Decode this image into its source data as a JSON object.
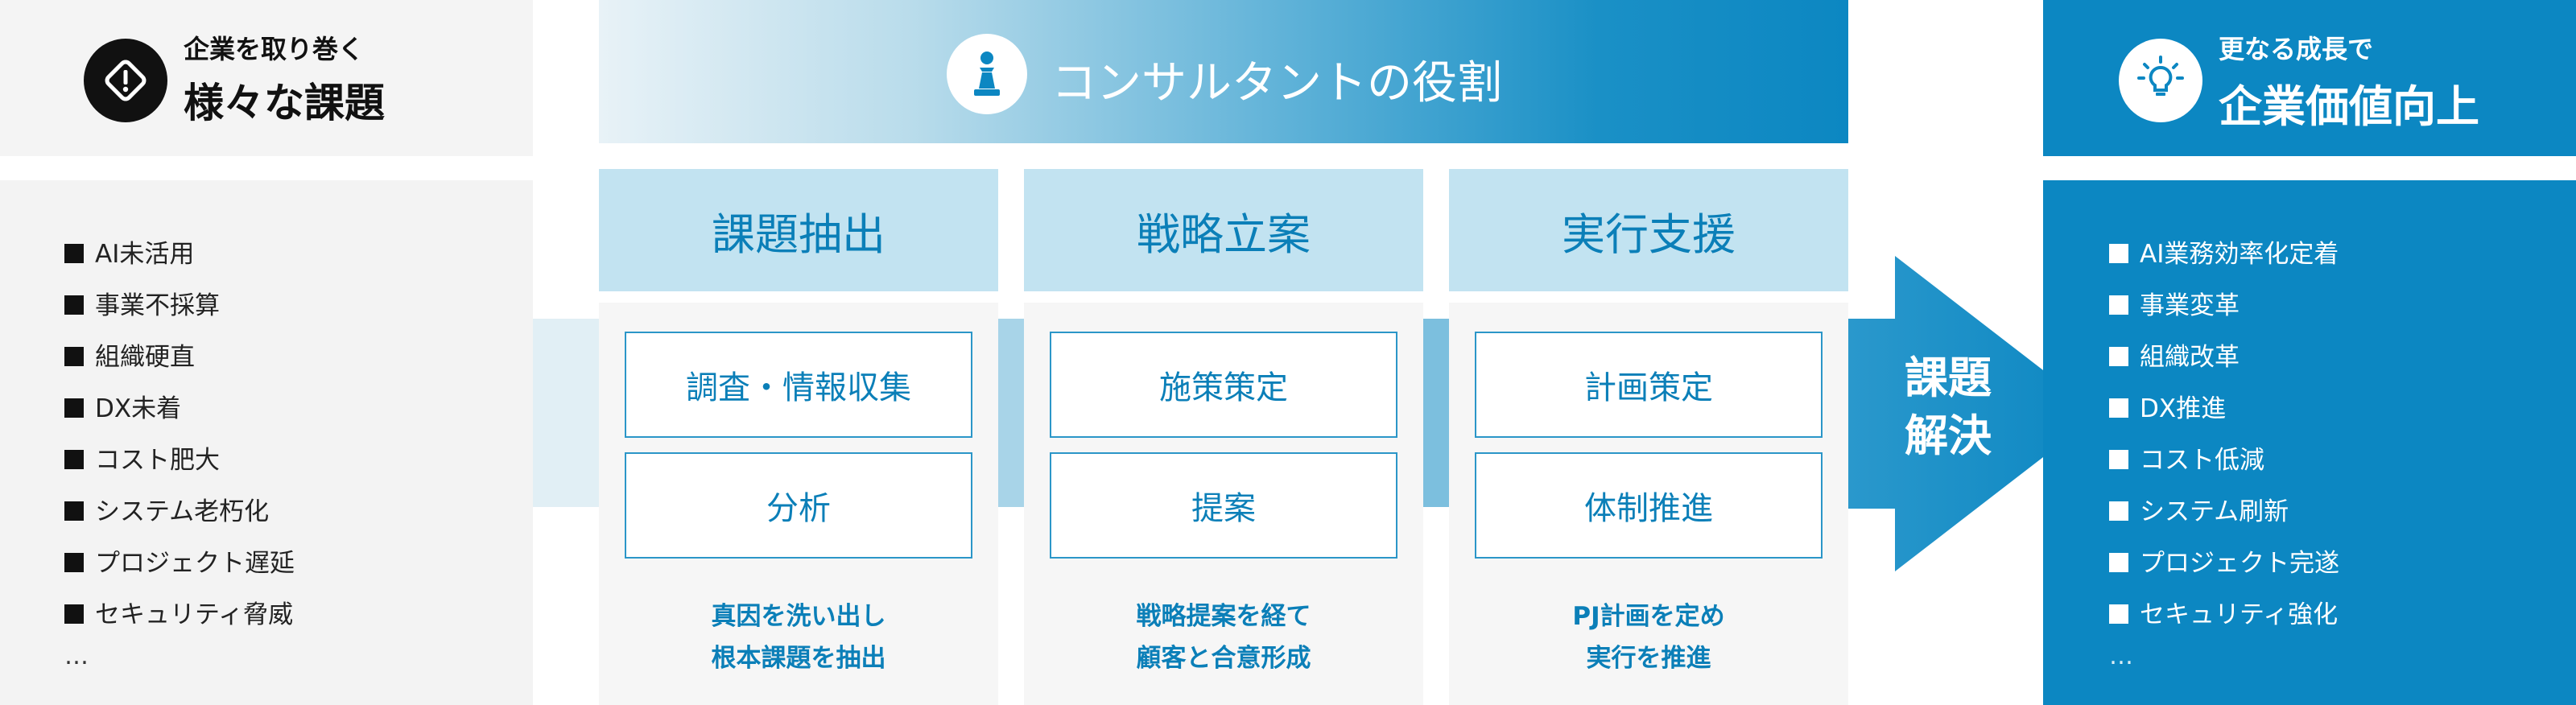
{
  "left": {
    "subtitle": "企業を取り巻く",
    "title": "様々な課題",
    "icon": "warning-diamond-icon",
    "items": [
      "AI未活用",
      "事業不採算",
      "組織硬直",
      "DX未着",
      "コスト肥大",
      "システム老朽化",
      "プロジェクト遅延",
      "セキュリティ脅威"
    ],
    "more": "…"
  },
  "banner": {
    "icon": "chess-pawn-icon",
    "title": "コンサルタントの役割"
  },
  "columns": [
    {
      "title": "課題抽出",
      "boxes": [
        "調査・情報収集",
        "分析"
      ],
      "caption": [
        "真因を洗い出し",
        "根本課題を抽出"
      ]
    },
    {
      "title": "戦略立案",
      "boxes": [
        "施策策定",
        "提案"
      ],
      "caption": [
        "戦略提案を経て",
        "顧客と合意形成"
      ]
    },
    {
      "title": "実行支援",
      "boxes": [
        "計画策定",
        "体制推進"
      ],
      "caption": [
        "PJ計画を定め",
        "実行を推進"
      ]
    }
  ],
  "arrow": {
    "line1": "課題",
    "line2": "解決"
  },
  "right": {
    "subtitle": "更なる成長で",
    "title": "企業価値向上",
    "icon": "lightbulb-icon",
    "items": [
      "AI業務効率化定着",
      "事業変革",
      "組織改革",
      "DX推進",
      "コスト低減",
      "システム刷新",
      "プロジェクト完遂",
      "セキュリティ強化"
    ],
    "more": "…"
  },
  "colors": {
    "accent": "#0c87c2",
    "light_accent": "#c2e3f1",
    "text_accent": "#0b7fb8",
    "dark": "#111111"
  }
}
